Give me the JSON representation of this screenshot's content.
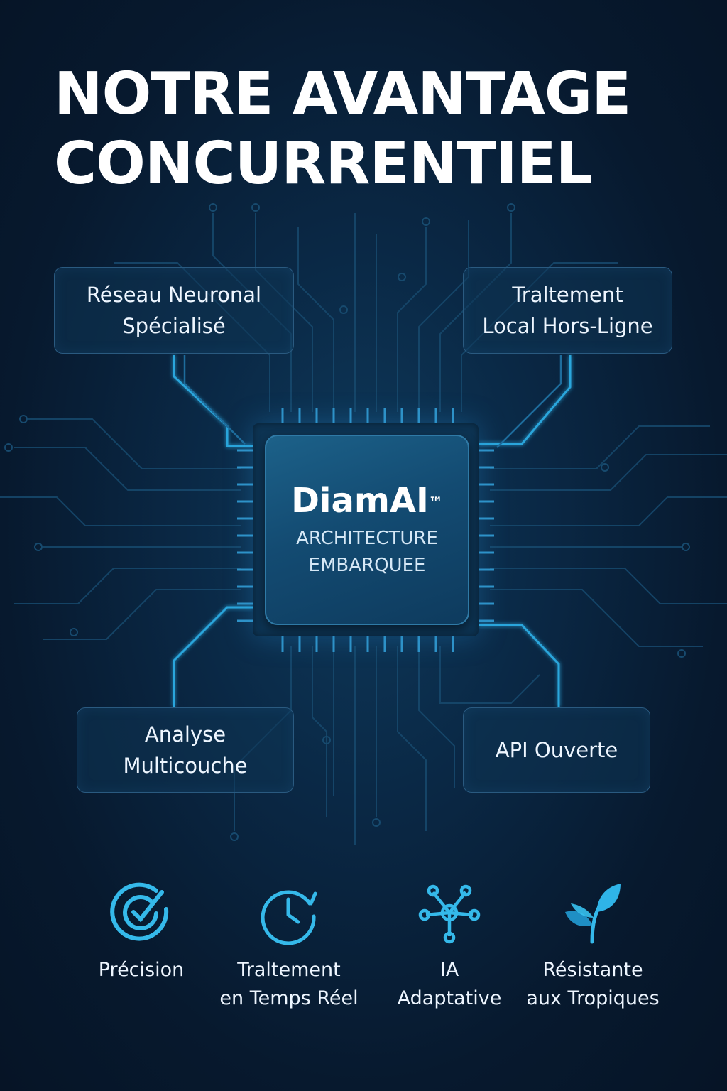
{
  "title": {
    "line1": "NOTRE AVANTAGE",
    "line2": "CONCURRENTIEL"
  },
  "chip": {
    "brand": "DiamAI",
    "trademark": "™",
    "line1": "ARCHITECTURE",
    "line2": "EMBARQUEE"
  },
  "boxes": {
    "top_left": {
      "line1": "Réseau Neuronal",
      "line2": "Spécialisé"
    },
    "top_right": {
      "line1": "Traltement",
      "line2": "Local Hors-Ligne"
    },
    "bottom_left": {
      "line1": "Analyse",
      "line2": "Multicouche"
    },
    "bottom_right": {
      "line1": "API Ouverte"
    }
  },
  "features": [
    {
      "icon": "target-check-icon",
      "line1": "Précision",
      "line2": ""
    },
    {
      "icon": "clock-refresh-icon",
      "line1": "Traltement",
      "line2": "en Temps Réel"
    },
    {
      "icon": "network-nodes-icon",
      "line1": "IA",
      "line2": "Adaptative"
    },
    {
      "icon": "leaf-sprout-icon",
      "line1": "Résistante",
      "line2": "aux Tropiques"
    }
  ],
  "colors": {
    "background": "#07192e",
    "accent": "#2fb4e8",
    "trace": "#1e6c9c",
    "text": "#ffffff"
  }
}
